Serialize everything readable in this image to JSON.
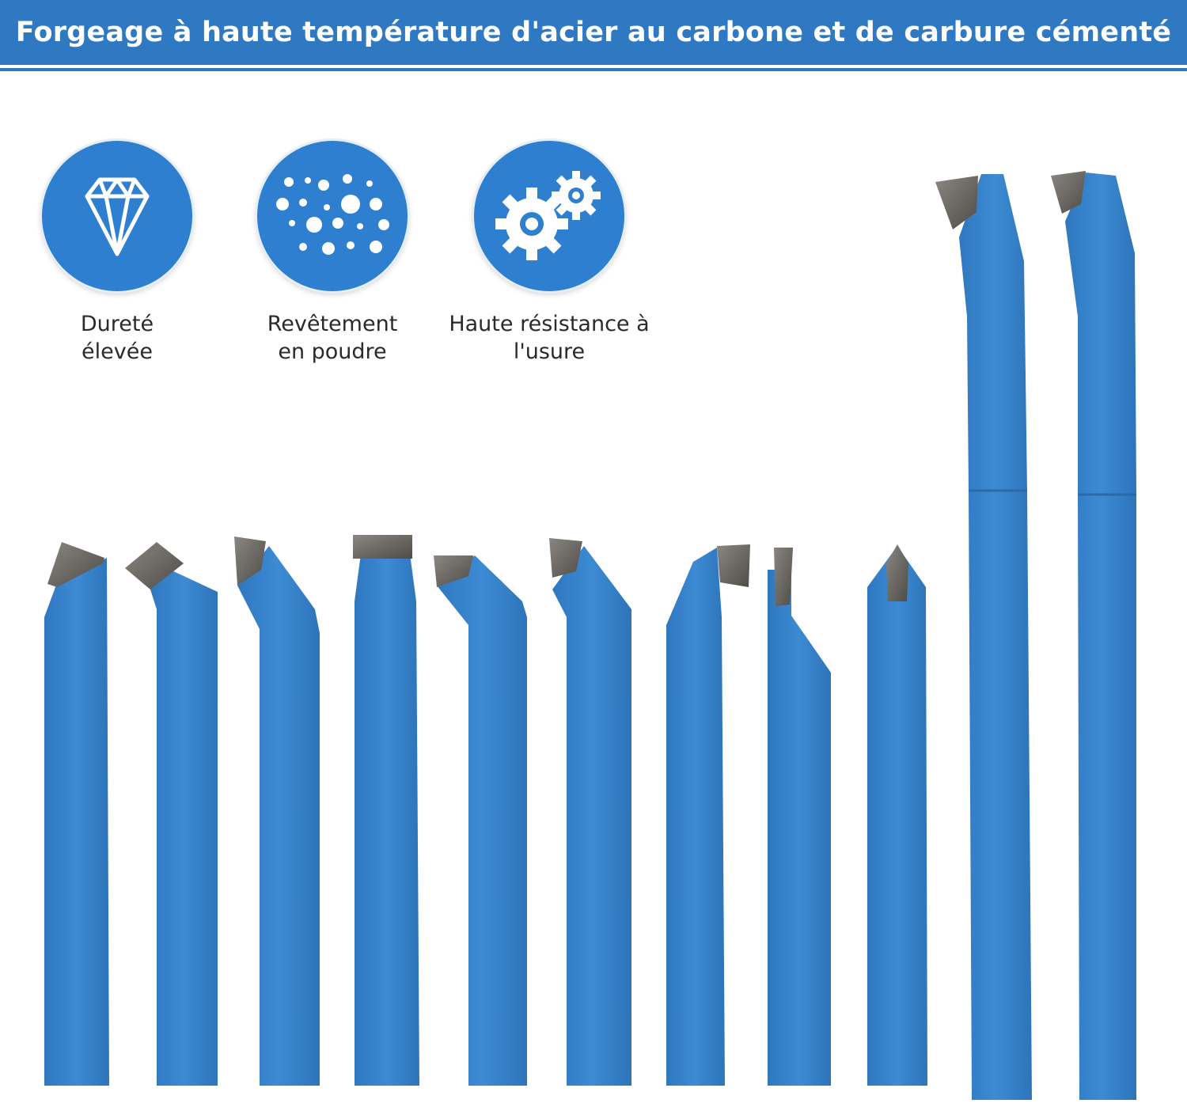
{
  "banner": {
    "title": "Forgeage à haute température d'acier au carbone et de carbure cémenté"
  },
  "features": [
    {
      "icon": "diamond-icon",
      "label": "Dureté\nélevée"
    },
    {
      "icon": "powder-dots-icon",
      "label": "Revêtement\nen poudre"
    },
    {
      "icon": "gears-icon",
      "label": "Haute résistance à\nl'usure"
    }
  ],
  "colors": {
    "brand_blue": "#2f79c3",
    "tool_blue": "#3a85cd",
    "carbide_grey": "#6e6a66"
  }
}
